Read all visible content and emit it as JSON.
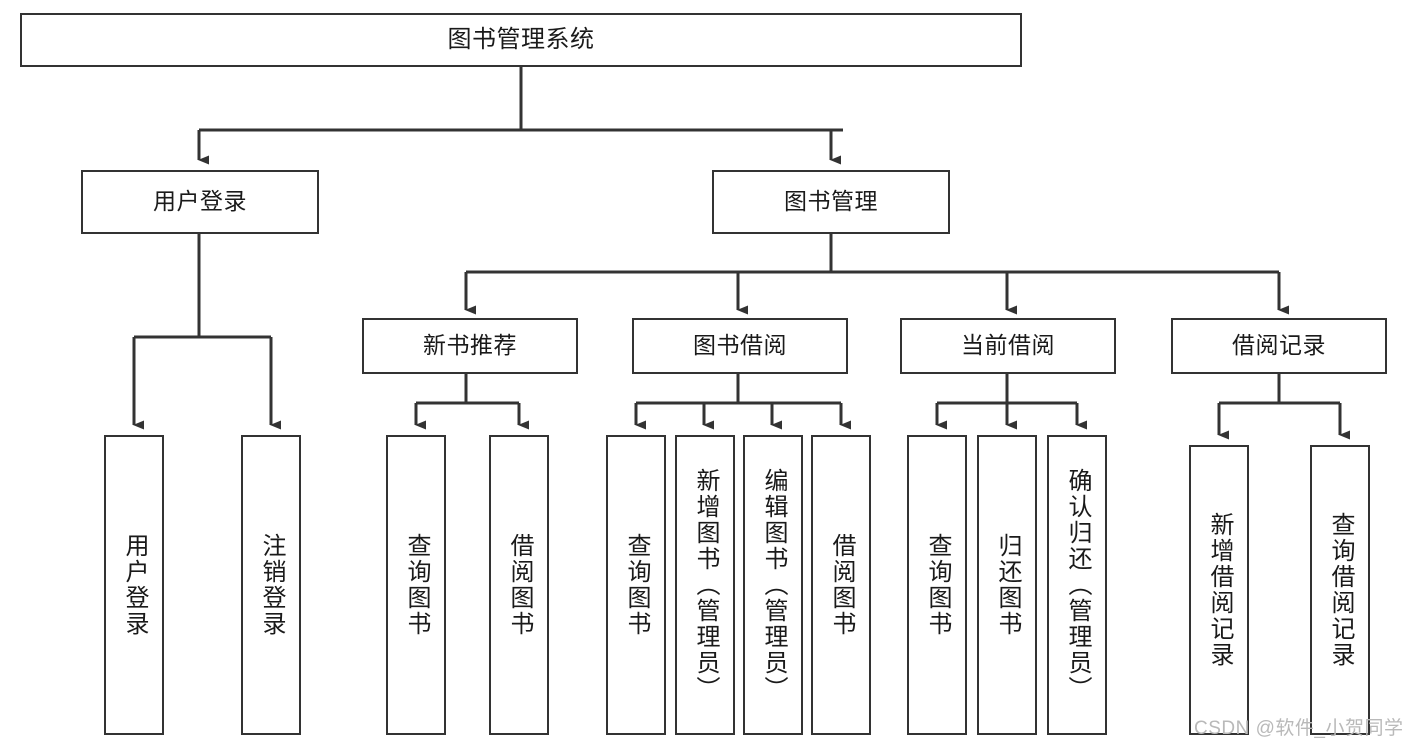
{
  "diagram": {
    "title": "图书管理系统",
    "type": "tree",
    "root": {
      "label": "图书管理系统",
      "children": [
        {
          "label": "用户登录",
          "children": [
            {
              "label": "用户登录"
            },
            {
              "label": "注销登录"
            }
          ]
        },
        {
          "label": "图书管理",
          "children": [
            {
              "label": "新书推荐",
              "children": [
                {
                  "label": "查询图书"
                },
                {
                  "label": "借阅图书"
                }
              ]
            },
            {
              "label": "图书借阅",
              "children": [
                {
                  "label": "查询图书"
                },
                {
                  "label": "新增图书（管理员）"
                },
                {
                  "label": "编辑图书（管理员）"
                },
                {
                  "label": "借阅图书"
                }
              ]
            },
            {
              "label": "当前借阅",
              "children": [
                {
                  "label": "查询图书"
                },
                {
                  "label": "归还图书"
                },
                {
                  "label": "确认归还（管理员）"
                }
              ]
            },
            {
              "label": "借阅记录",
              "children": [
                {
                  "label": "新增借阅记录"
                },
                {
                  "label": "查询借阅记录"
                }
              ]
            }
          ]
        }
      ]
    }
  },
  "nodes": {
    "root": "图书管理系统",
    "user_login": "用户登录",
    "book_manage": "图书管理",
    "new_book_rec": "新书推荐",
    "book_borrow": "图书借阅",
    "current_borrow": "当前借阅",
    "borrow_record": "借阅记录",
    "leaf_user_login": "用户登录",
    "leaf_logout": "注销登录",
    "leaf_query_book_1": "查询图书",
    "leaf_borrow_book_1": "借阅图书",
    "leaf_query_book_2": "查询图书",
    "leaf_add_book": "新增图书（管理员）",
    "leaf_edit_book": "编辑图书（管理员）",
    "leaf_borrow_book_2": "借阅图书",
    "leaf_query_book_3": "查询图书",
    "leaf_return_book": "归还图书",
    "leaf_confirm_return": "确认归还（管理员）",
    "leaf_add_record": "新增借阅记录",
    "leaf_query_record": "查询借阅记录"
  },
  "watermark": {
    "text": "CSDN @软件_小贺同学"
  },
  "colors": {
    "border": "#333333",
    "background": "#ffffff",
    "text": "#1a1a1a",
    "watermark": "#b9b9b9"
  }
}
